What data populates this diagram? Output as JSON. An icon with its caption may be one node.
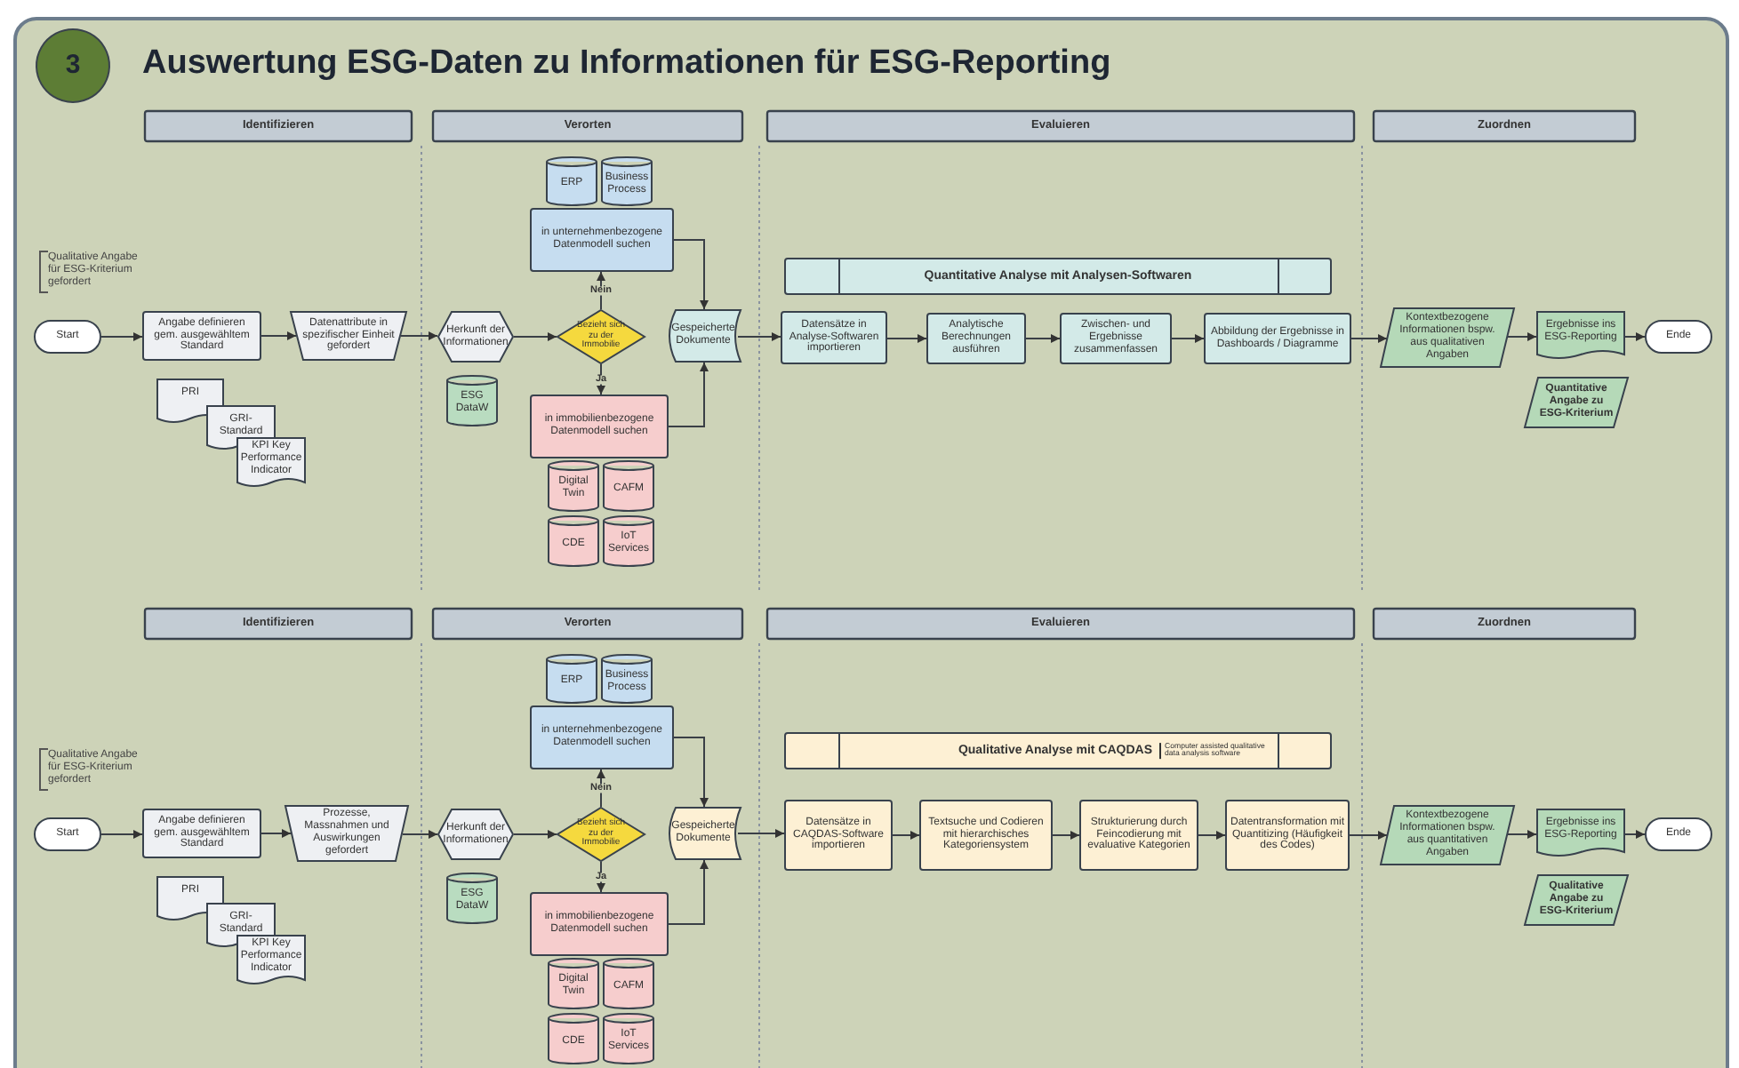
{
  "diagram": {
    "title": "Auswertung ESG-Daten zu Informationen für ESG-Reporting",
    "nodes": [
      {
        "text": [
          "3"
        ]
      },
      {
        "text": [
          "Identifizieren"
        ]
      },
      {
        "text": [
          "Verorten"
        ]
      },
      {
        "text": [
          "Evaluieren"
        ]
      },
      {
        "text": [
          "Zuordnen"
        ]
      },
      {
        "text": [
          "Start"
        ]
      },
      {
        "text": [
          "Angabe definieren gem. ausgewähltem Standard"
        ]
      },
      {
        "text": [
          "Datenattribute in spezifischer Einheit gefordert"
        ]
      },
      {
        "text": [
          "PRI"
        ]
      },
      {
        "text": [
          "GRI-Standard"
        ]
      },
      {
        "text": [
          "KPI Key Performance Indicator"
        ]
      },
      {
        "text": [
          "Herkunft der Informationen"
        ]
      },
      {
        "text": [
          "ESG DataW"
        ]
      },
      {
        "text": [
          "ERP"
        ]
      },
      {
        "text": [
          "Business Process"
        ]
      },
      {
        "text": [
          "in unternehmenbezogene Datenmodell suchen"
        ]
      },
      {
        "text": [
          "Bezieht sich zu der Immobilie"
        ]
      },
      {
        "text": [
          "in immobilienbezogene Datenmodell suchen"
        ]
      },
      {
        "text": [
          "Digital Twin"
        ]
      },
      {
        "text": [
          "CAFM"
        ]
      },
      {
        "text": [
          "CDE"
        ]
      },
      {
        "text": [
          "IoT Services"
        ]
      },
      {
        "text": [
          "Gespeicherte Dokumente"
        ]
      },
      {
        "text": [
          "Quantitative Analyse mit Analysen-Softwaren"
        ]
      },
      {
        "text": [
          "Datensätze in Analyse-Softwaren importieren"
        ]
      },
      {
        "text": [
          "Analytische Berechnungen ausführen"
        ]
      },
      {
        "text": [
          "Zwischen- und Ergebnisse zusammenfassen"
        ]
      },
      {
        "text": [
          "Abbildung der Ergebnisse in Dashboards / Diagramme"
        ]
      },
      {
        "text": [
          "Kontextbezogene Informationen bspw. aus qualitativen Angaben"
        ]
      },
      {
        "text": [
          "Ergebnisse ins ESG-Reporting"
        ]
      },
      {
        "text": [
          "Quantitative Angabe zu ESG-Kriterium"
        ]
      },
      {
        "text": [
          "Ende"
        ]
      },
      {
        "text": [
          "Identifizieren"
        ]
      },
      {
        "text": [
          "Verorten"
        ]
      },
      {
        "text": [
          "Evaluieren"
        ]
      },
      {
        "text": [
          "Zuordnen"
        ]
      },
      {
        "text": [
          "Start"
        ]
      },
      {
        "text": [
          "Angabe definieren gem. ausgewähltem Standard"
        ]
      },
      {
        "text": [
          "Prozesse, Massnahmen und Auswirkungen gefordert"
        ]
      },
      {
        "text": [
          "PRI"
        ]
      },
      {
        "text": [
          "GRI-Standard"
        ]
      },
      {
        "text": [
          "KPI Key Performance Indicator"
        ]
      },
      {
        "text": [
          "Herkunft der Informationen"
        ]
      },
      {
        "text": [
          "ESG DataW"
        ]
      },
      {
        "text": [
          "ERP"
        ]
      },
      {
        "text": [
          "Business Process"
        ]
      },
      {
        "text": [
          "in unternehmenbezogene Datenmodell suchen"
        ]
      },
      {
        "text": [
          "Bezieht sich zu der Immobilie"
        ]
      },
      {
        "text": [
          "in immobilienbezogene Datenmodell suchen"
        ]
      },
      {
        "text": [
          "Digital Twin"
        ]
      },
      {
        "text": [
          "CAFM"
        ]
      },
      {
        "text": [
          "CDE"
        ]
      },
      {
        "text": [
          "IoT Services"
        ]
      },
      {
        "text": [
          "Gespeicherte Dokumente"
        ]
      },
      {
        "text": [
          "Qualitative Analyse mit CAQDAS",
          "Computer assisted qualitative data analysis software"
        ]
      },
      {
        "text": [
          "Datensätze in CAQDAS-Software importieren"
        ]
      },
      {
        "text": [
          "Textsuche und Codieren mit hierarchisches Kategoriensystem"
        ]
      },
      {
        "text": [
          "Strukturierung durch Feincodierung mit evaluative Kategorien"
        ]
      },
      {
        "text": [
          "Datentransformation mit Quantitizing (Häufigkeit des Codes)"
        ]
      },
      {
        "text": [
          "Kontextbezogene Informationen bspw. aus quantitativen Angaben"
        ]
      },
      {
        "text": [
          "Ergebnisse ins ESG-Reporting"
        ]
      },
      {
        "text": [
          "Qualitative Angabe zu ESG-Kriterium"
        ]
      },
      {
        "text": [
          "Ende"
        ]
      }
    ],
    "edges": [
      {
        "from": 5,
        "to": 6,
        "arrow": "to"
      },
      {
        "from": 6,
        "to": 7,
        "arrow": "to"
      },
      {
        "from": 7,
        "to": 11,
        "arrow": "to"
      },
      {
        "from": 11,
        "to": 16,
        "arrow": "to"
      },
      {
        "from": 16,
        "to": 15,
        "arrow": "to",
        "label": "Nein"
      },
      {
        "from": 16,
        "to": 17,
        "arrow": "to",
        "label": "Ja"
      },
      {
        "from": 15,
        "to": 22,
        "arrow": "to"
      },
      {
        "from": 17,
        "to": 22,
        "arrow": "to"
      },
      {
        "from": 22,
        "to": 24,
        "arrow": "to"
      },
      {
        "from": 24,
        "to": 25,
        "arrow": "to"
      },
      {
        "from": 25,
        "to": 26,
        "arrow": "to"
      },
      {
        "from": 26,
        "to": 27,
        "arrow": "to"
      },
      {
        "from": 27,
        "to": 28,
        "arrow": "to"
      },
      {
        "from": 28,
        "to": 29,
        "arrow": "to"
      },
      {
        "from": 29,
        "to": 31,
        "arrow": "to"
      },
      {
        "from": 36,
        "to": 37,
        "arrow": "to"
      },
      {
        "from": 37,
        "to": 38,
        "arrow": "to"
      },
      {
        "from": 38,
        "to": 42,
        "arrow": "to"
      },
      {
        "from": 42,
        "to": 47,
        "arrow": "to"
      },
      {
        "from": 47,
        "to": 46,
        "arrow": "to",
        "label": "Nein"
      },
      {
        "from": 47,
        "to": 48,
        "arrow": "to",
        "label": "Ja"
      },
      {
        "from": 46,
        "to": 53,
        "arrow": "to"
      },
      {
        "from": 48,
        "to": 53,
        "arrow": "to"
      },
      {
        "from": 53,
        "to": 55,
        "arrow": "to"
      },
      {
        "from": 55,
        "to": 56,
        "arrow": "to"
      },
      {
        "from": 56,
        "to": 57,
        "arrow": "to"
      },
      {
        "from": 57,
        "to": 58,
        "arrow": "to"
      },
      {
        "from": 58,
        "to": 59,
        "arrow": "to"
      },
      {
        "from": 59,
        "to": 60,
        "arrow": "to"
      },
      {
        "from": 60,
        "to": 62,
        "arrow": "to"
      }
    ],
    "labels": [
      "Qualitative Angabe für ESG-Kriterium gefordert",
      "Qualitative Angabe für ESG-Kriterium gefordert"
    ]
  }
}
